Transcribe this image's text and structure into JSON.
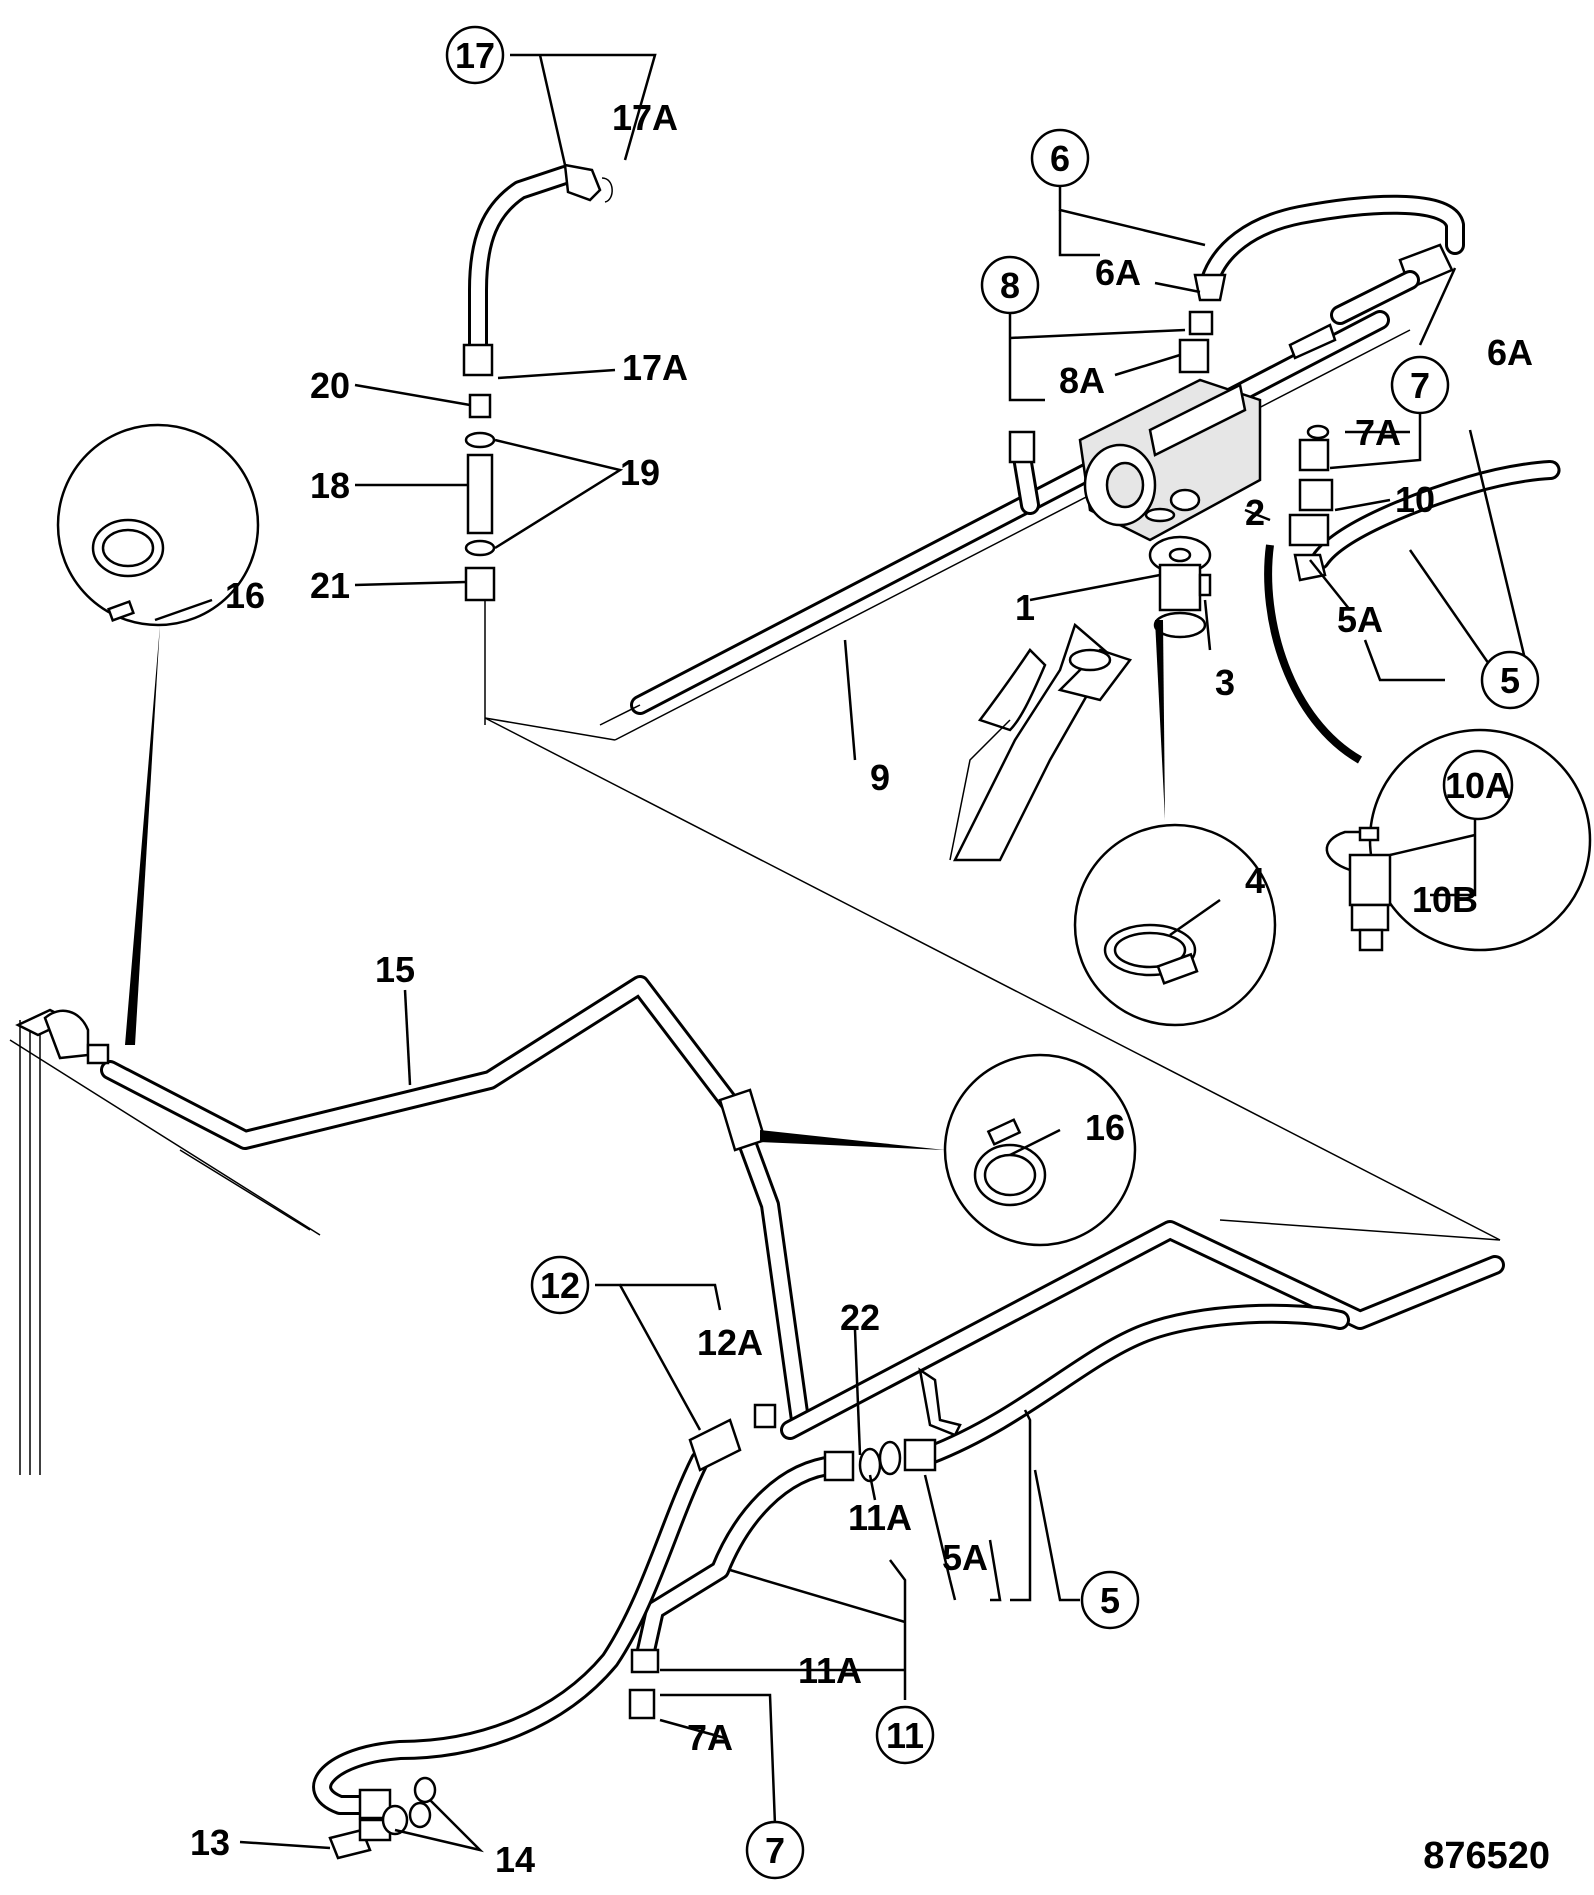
{
  "drawing_number": "876520",
  "callouts": {
    "c17": "17",
    "c17a_top": "17A",
    "c17a_mid": "17A",
    "c20": "20",
    "c18": "18",
    "c19": "19",
    "c21": "21",
    "c16_left": "16",
    "c16_right": "16",
    "c6": "6",
    "c6a_top": "6A",
    "c6a_right": "6A",
    "c8": "8",
    "c8a": "8A",
    "c7_top": "7",
    "c7a_top": "7A",
    "c10": "10",
    "c2": "2",
    "c1": "1",
    "c3": "3",
    "c5a_top": "5A",
    "c5_top": "5",
    "c9": "9",
    "c4": "4",
    "c10a": "10A",
    "c10b": "10B",
    "c15": "15",
    "c12": "12",
    "c12a": "12A",
    "c22": "22",
    "c11a_mid": "11A",
    "c5a_bot": "5A",
    "c5_bot": "5",
    "c11a_low": "11A",
    "c11": "11",
    "c7a_bot": "7A",
    "c7_bot": "7",
    "c13": "13",
    "c14": "14"
  }
}
